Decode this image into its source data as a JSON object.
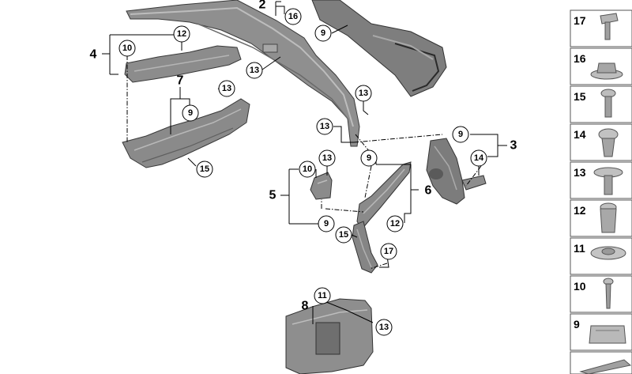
{
  "diagram": {
    "group_labels": {
      "g2": "2",
      "g3": "3",
      "g4": "4",
      "g5": "5",
      "g6": "6",
      "g7": "7",
      "g8": "8"
    },
    "callouts": {
      "c16_top": "16",
      "c9_top": "9",
      "c12_top": "12",
      "c10_left": "10",
      "c13_center": "13",
      "c13_g7": "13",
      "c9_g7": "9",
      "c13_right": "13",
      "c13_mid": "13",
      "c15_g7": "15",
      "c9_g3": "9",
      "c14_g3": "14",
      "c10_g5": "10",
      "c13_g5": "13",
      "c9_g5": "9",
      "c9_g6": "9",
      "c12_g6": "12",
      "c15_lower": "15",
      "c17_lower": "17",
      "c11_g8": "11",
      "c13_g8": "13"
    },
    "legend": [
      "17",
      "16",
      "15",
      "14",
      "13",
      "12",
      "11",
      "10",
      "9"
    ]
  }
}
